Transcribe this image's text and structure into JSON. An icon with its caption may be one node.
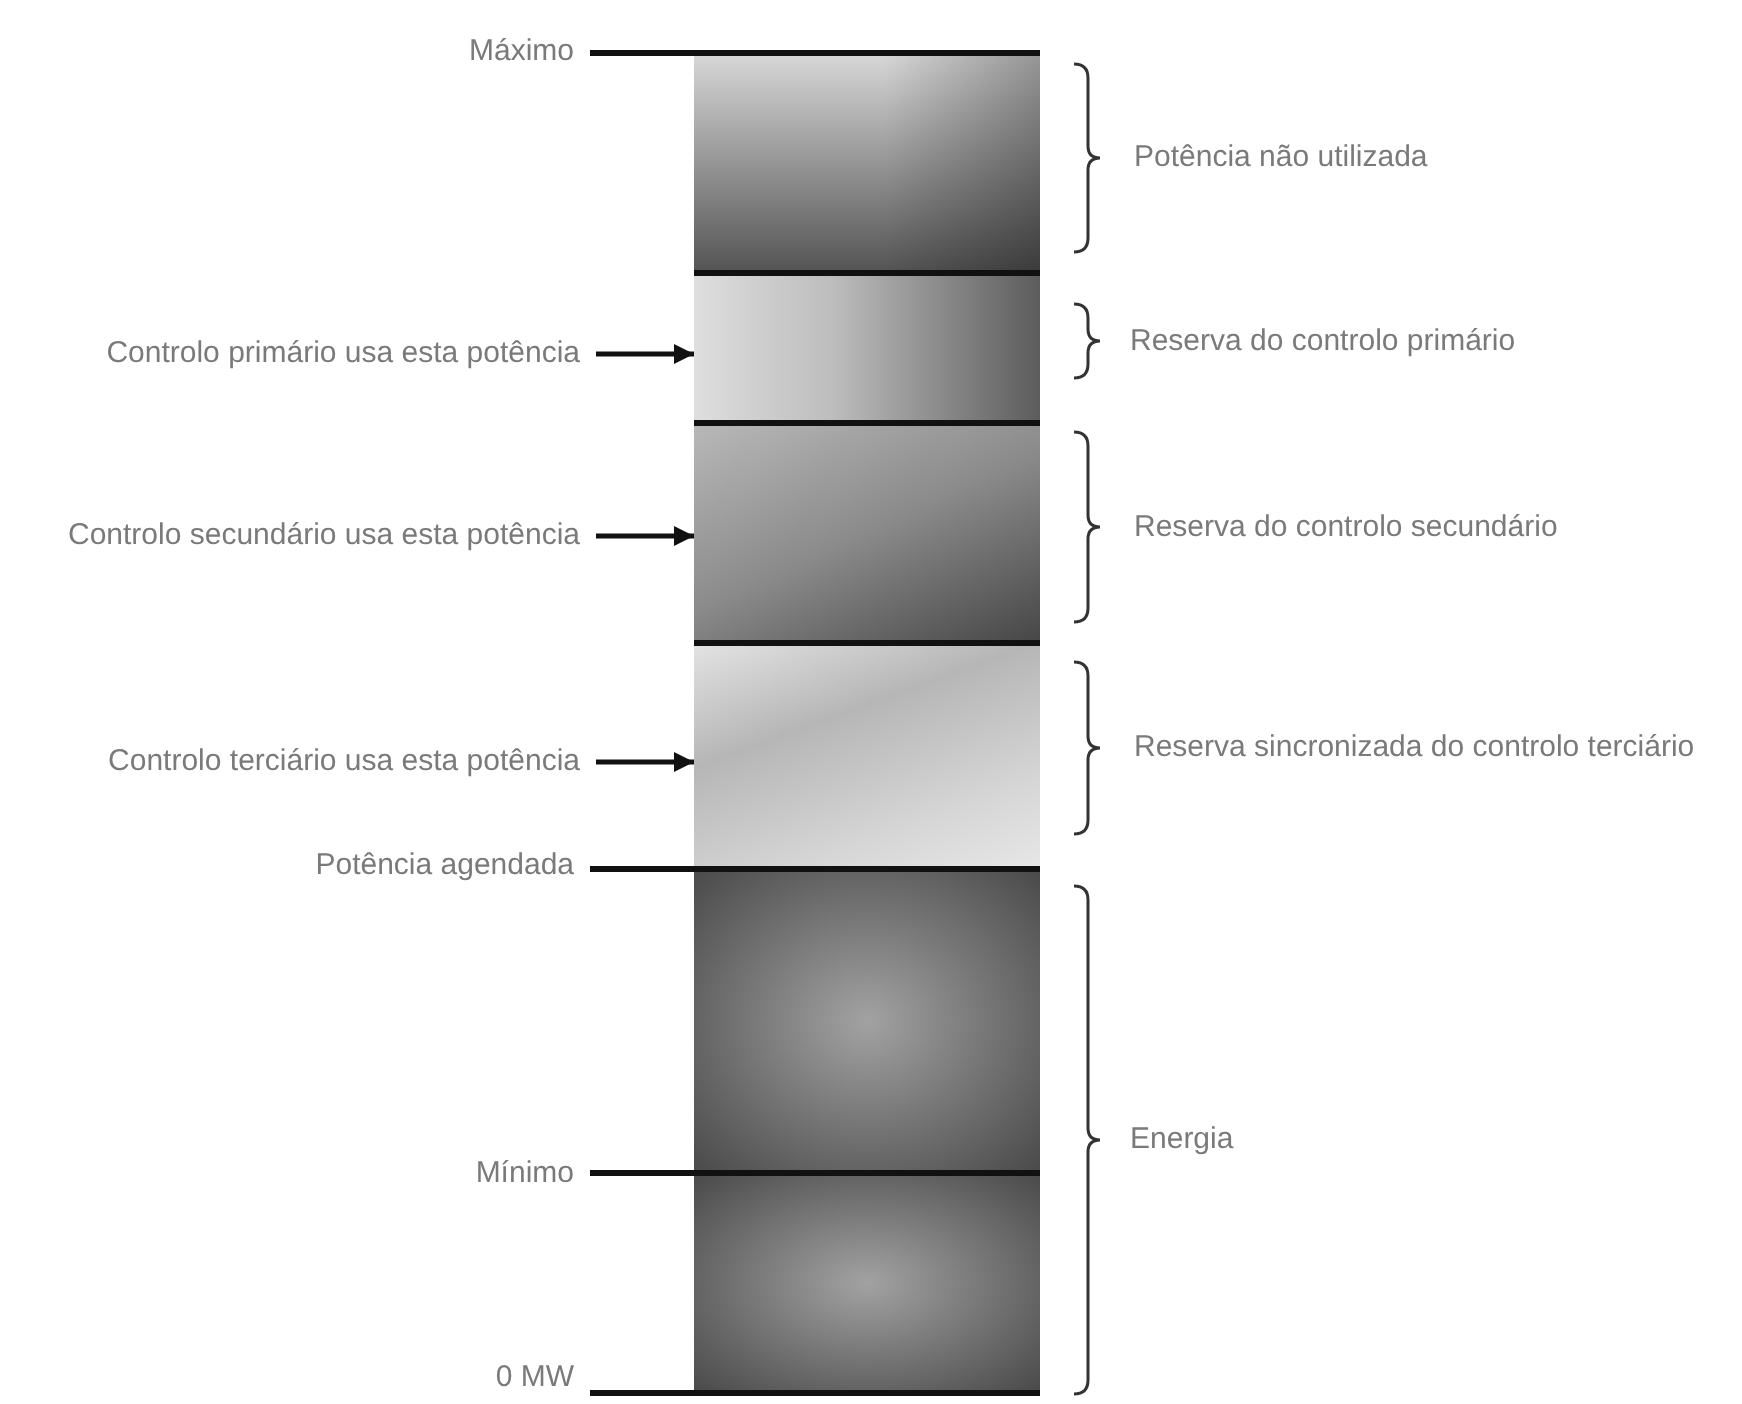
{
  "diagram": {
    "nodes": [
      {
        "text": [],
        "shape": "box"
      },
      {
        "text": [],
        "shape": "box"
      },
      {
        "text": [],
        "shape": "box"
      },
      {
        "text": [],
        "shape": "box"
      },
      {
        "text": [],
        "shape": "box"
      },
      {
        "text": [],
        "shape": "box"
      },
      {
        "text": [
          "Controlo primário usa esta potência"
        ]
      },
      {
        "text": [
          "Controlo secundário usa esta potência"
        ]
      },
      {
        "text": [
          "Controlo terciário usa esta potência"
        ]
      },
      {
        "text": [
          "Máximo"
        ]
      },
      {
        "text": [
          "Potência agendada"
        ]
      },
      {
        "text": [
          "Mínimo"
        ]
      },
      {
        "text": [
          "0 MW"
        ]
      }
    ],
    "edges": [
      {
        "from": 6,
        "to": 1,
        "arrow": "to"
      },
      {
        "from": 7,
        "to": 2,
        "arrow": "to"
      },
      {
        "from": 8,
        "to": 3,
        "arrow": "to"
      },
      {
        "from": 9,
        "to": 0,
        "arrow": "none"
      },
      {
        "from": 10,
        "to": 4,
        "arrow": "none"
      },
      {
        "from": 11,
        "to": 5,
        "arrow": "none"
      },
      {
        "from": 12,
        "to": 5,
        "arrow": "none"
      }
    ],
    "labels": [
      "Potência não utilizada",
      "Reserva do controlo primário",
      "Reserva do controlo secundário",
      "Reserva sincronizada do controlo terciário",
      "Energia"
    ]
  }
}
